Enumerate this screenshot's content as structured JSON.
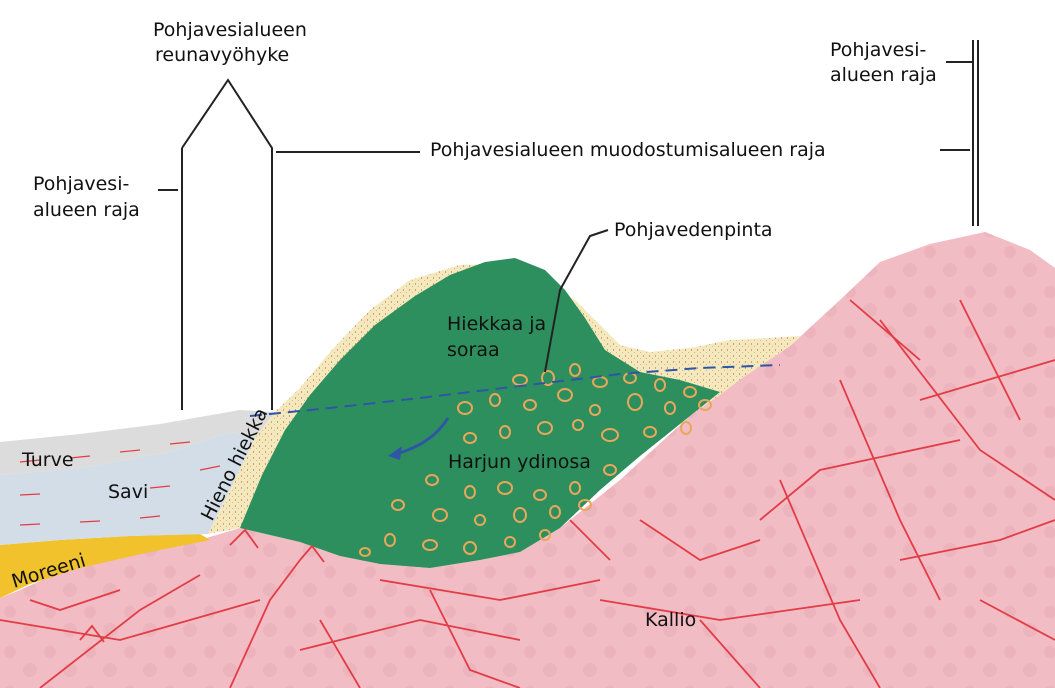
{
  "labels": {
    "reunavyohyke_line1": "Pohjavesialueen",
    "reunavyohyke_line2": "reunavyöhyke",
    "raja_left_line1": "Pohjavesi-",
    "raja_left_line2": "alueen raja",
    "raja_right_line1": "Pohjavesi-",
    "raja_right_line2": "alueen raja",
    "muodostumisalue": "Pohjavesialueen muodostumisalueen raja",
    "pohjavedenpinta": "Pohjavedenpinta",
    "hiekkaa_line1": "Hiekkaa ja",
    "hiekkaa_line2": "soraa",
    "harjun_ydinosa": "Harjun ydinosa",
    "turve": "Turve",
    "savi": "Savi",
    "hieno_hiekka": "Hieno hiekka",
    "moreeni": "Moreeni",
    "kallio": "Kallio"
  },
  "colors": {
    "bedrock": "#f1bcc3",
    "bedrock_fracture": "#e23c46",
    "esker_green": "#2e8f5e",
    "fine_sand": "#f3e9bd",
    "clay": "#d3dde8",
    "peat": "#dcdcdc",
    "moraine": "#f1c22b",
    "water_table": "#2f56a6",
    "pebble_outline": "#e8a75a"
  }
}
